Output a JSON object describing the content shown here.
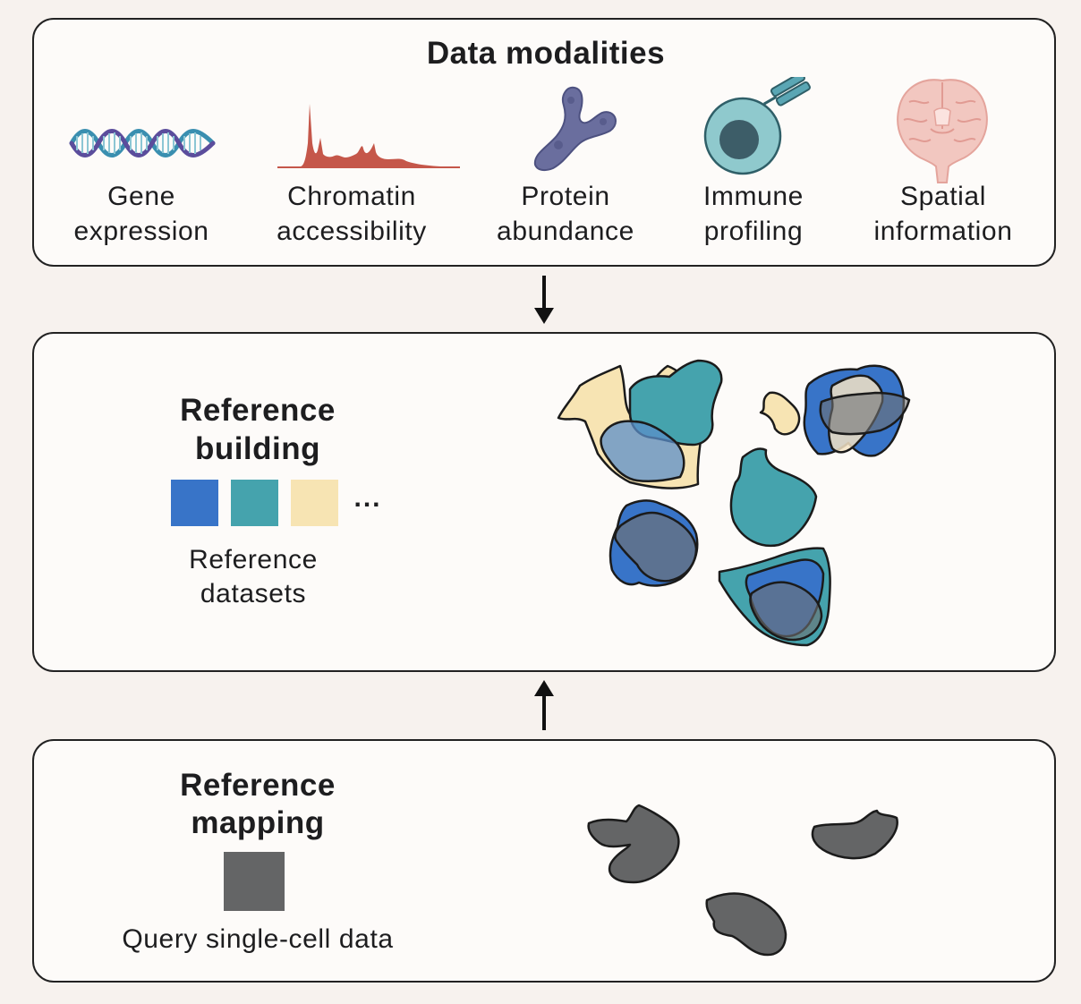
{
  "data_modalities": {
    "title": "Data modalities",
    "items": [
      {
        "line1": "Gene",
        "line2": "expression",
        "icon": "dna-helix-icon"
      },
      {
        "line1": "Chromatin",
        "line2": "accessibility",
        "icon": "chromatin-peaks-icon"
      },
      {
        "line1": "Protein",
        "line2": "abundance",
        "icon": "antibody-protein-icon"
      },
      {
        "line1": "Immune",
        "line2": "profiling",
        "icon": "immune-cell-icon"
      },
      {
        "line1": "Spatial",
        "line2": "information",
        "icon": "brain-section-icon"
      }
    ]
  },
  "reference_building": {
    "title_line1": "Reference",
    "title_line2": "building",
    "ellipsis": "...",
    "datasets_line1": "Reference",
    "datasets_line2": "datasets",
    "colors": {
      "blue": "#3874c8",
      "teal": "#45a3ad",
      "cream": "#f7e4b3"
    }
  },
  "reference_mapping": {
    "title_line1": "Reference",
    "title_line2": "mapping",
    "query_label": "Query single-cell data",
    "colors": {
      "query": "#646566"
    }
  }
}
